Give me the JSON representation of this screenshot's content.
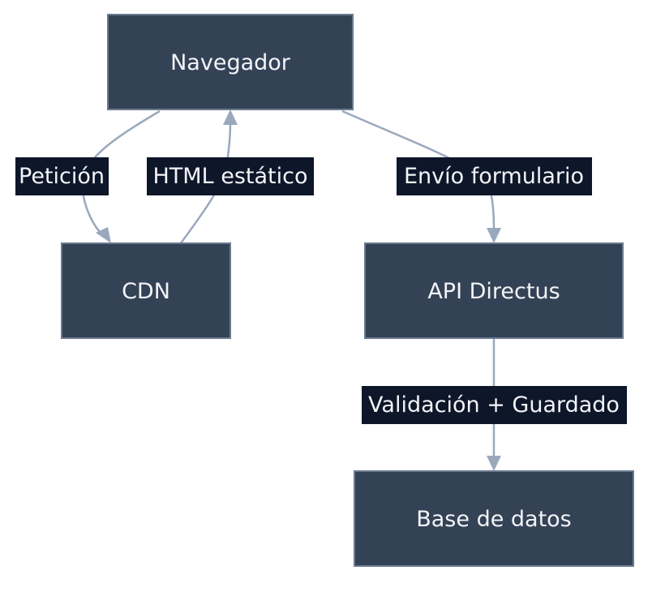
{
  "nodes": {
    "navegador": "Navegador",
    "cdn": "CDN",
    "api": "API Directus",
    "db": "Base de datos"
  },
  "edges": {
    "peticion": "Petición",
    "html_estatico": "HTML estático",
    "envio_formulario": "Envío formulario",
    "validacion": "Validación + Guardado"
  },
  "colors": {
    "node_fill": "#344256",
    "node_stroke": "#6b7a90",
    "edge": "#9aa8bd",
    "label_bg": "#0e1629",
    "text": "#f2f4f7"
  }
}
